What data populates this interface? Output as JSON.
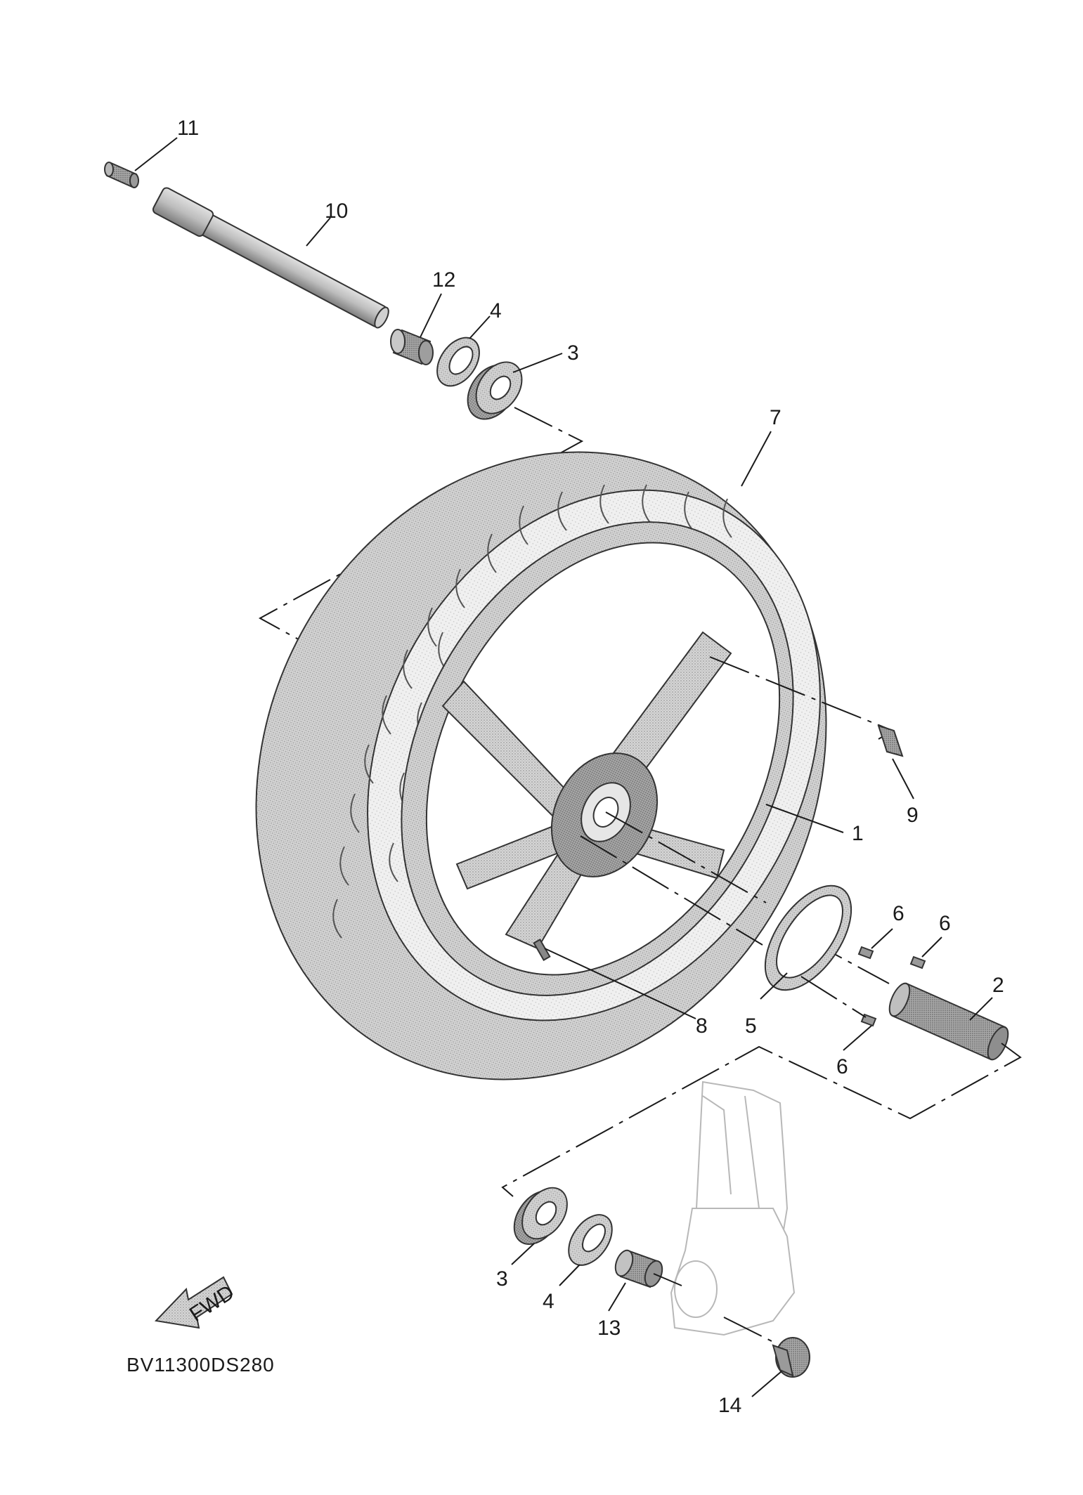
{
  "diagram": {
    "code": "BV11300DS280",
    "direction_arrow": {
      "text": "FWD",
      "icon": "forward-arrow-icon"
    },
    "callouts": {
      "wheel": "1",
      "collar_right": "2",
      "bearing_top": "3",
      "oil_seal_top": "4",
      "sensor_rotor": "5",
      "screw_a": "6",
      "screw_b": "6",
      "screw_c": "6",
      "tire": "7",
      "valve": "8",
      "label": "9",
      "wheel_axle": "10",
      "cap": "11",
      "collar_top": "12",
      "bearing_bottom": "3",
      "oil_seal_bottom": "4",
      "collar_bottom": "13",
      "bolt": "14"
    },
    "colors": {
      "line": "#1a1a1a",
      "part_fill": "#c9c9c9",
      "part_dark": "#8a8a8a",
      "part_light": "#e8e8e8"
    }
  }
}
